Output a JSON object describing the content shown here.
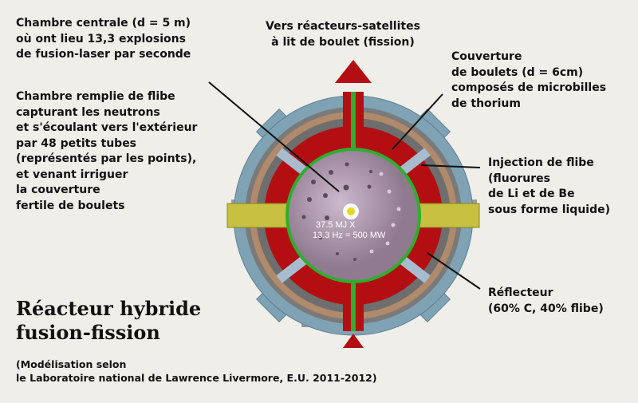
{
  "labels": {
    "central": "Chambre centrale (d = 5 m)\noù ont lieu 13,3 explosions\nde fusion-laser par seconde",
    "flibe_chamber": "Chambre remplie de flibe\ncapturant les neutrons\net s'écoulant vers l'extérieur\npar 48 petits tubes\n(représentés par les points),\net venant irriguer\nla couverture\nfertile de boulets",
    "satellites": "Vers réacteurs-satellites\nà lit de boulet (fission)",
    "blanket": "Couverture\nde boulets  (d =  6cm)\ncomposés de microbilles\nde thorium",
    "injection": "Injection de flibe\n(fluorures\nde Li et de Be\nsous forme liquide)",
    "reflector": "Réflecteur\n(60% C, 40% flibe)"
  },
  "center_text": {
    "line1": "37.5 MJ X",
    "line2": "13.3 Hz = 500 MW"
  },
  "title": "Réacteur hybride\nfusion-fission",
  "subtitle": "(Modélisation selon\nle Laboratoire national de Lawrence Livermore, E.U. 2011-2012)",
  "colors": {
    "red": "#b30f12",
    "green": "#2eae2e",
    "blue": "#7fa3b5",
    "brown": "#b08a6a",
    "sphere": "#b8a2b8",
    "yellow": "#c8c040"
  }
}
